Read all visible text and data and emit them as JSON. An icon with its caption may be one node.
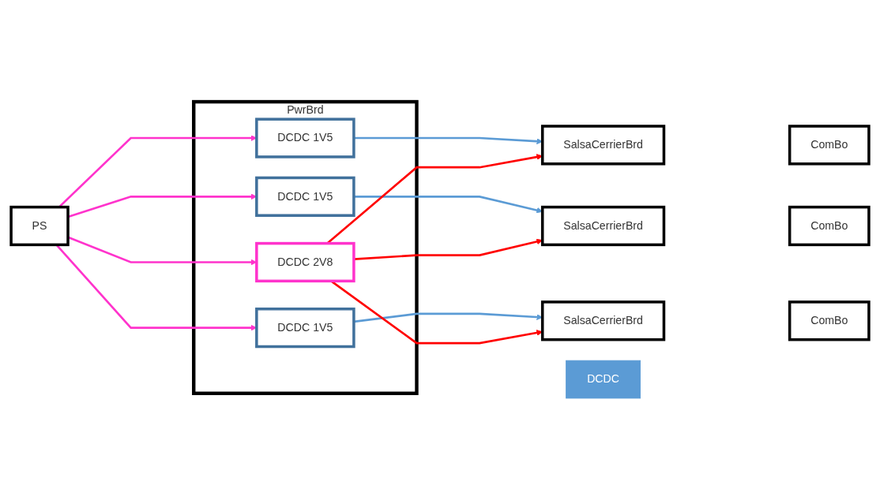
{
  "diagram": {
    "nodes": [
      {
        "text": [
          "PS"
        ]
      },
      {
        "text": [
          "PwrBrd"
        ]
      },
      {
        "text": [
          "DCDC 1V5"
        ],
        "in": 1
      },
      {
        "text": [
          "DCDC 1V5"
        ],
        "in": 1
      },
      {
        "text": [
          "DCDC 1V5"
        ],
        "in": 1
      },
      {
        "text": [
          "DCDC 2V8"
        ],
        "in": 1
      },
      {
        "text": [
          "SalsaCerrierBrd"
        ]
      },
      {
        "text": [
          "ComBo"
        ]
      },
      {
        "text": [
          "SalsaCerrierBrd"
        ]
      },
      {
        "text": [
          "ComBo"
        ]
      },
      {
        "text": [
          "SalsaCerrierBrd"
        ]
      },
      {
        "text": [
          "ComBo"
        ]
      },
      {
        "text": [
          "DCDC"
        ]
      }
    ],
    "edges": [
      {
        "from": 0,
        "to": 2,
        "arrow": "to",
        "color": "#ff33cc"
      },
      {
        "from": 0,
        "to": 3,
        "arrow": "to",
        "color": "#ff33cc"
      },
      {
        "from": 0,
        "to": 4,
        "arrow": "to",
        "color": "#ff33cc"
      },
      {
        "from": 0,
        "to": 5,
        "arrow": "to",
        "color": "#ff33cc"
      },
      {
        "from": 2,
        "to": 6,
        "arrow": "to",
        "color": "#5b9bd5"
      },
      {
        "from": 3,
        "to": 8,
        "arrow": "to",
        "color": "#5b9bd5"
      },
      {
        "from": 4,
        "to": 10,
        "arrow": "to",
        "color": "#5b9bd5"
      },
      {
        "from": 5,
        "to": 6,
        "arrow": "to",
        "color": "#ff0000"
      },
      {
        "from": 5,
        "to": 8,
        "arrow": "to",
        "color": "#ff0000"
      },
      {
        "from": 5,
        "to": 10,
        "arrow": "to",
        "color": "#ff0000"
      }
    ]
  }
}
